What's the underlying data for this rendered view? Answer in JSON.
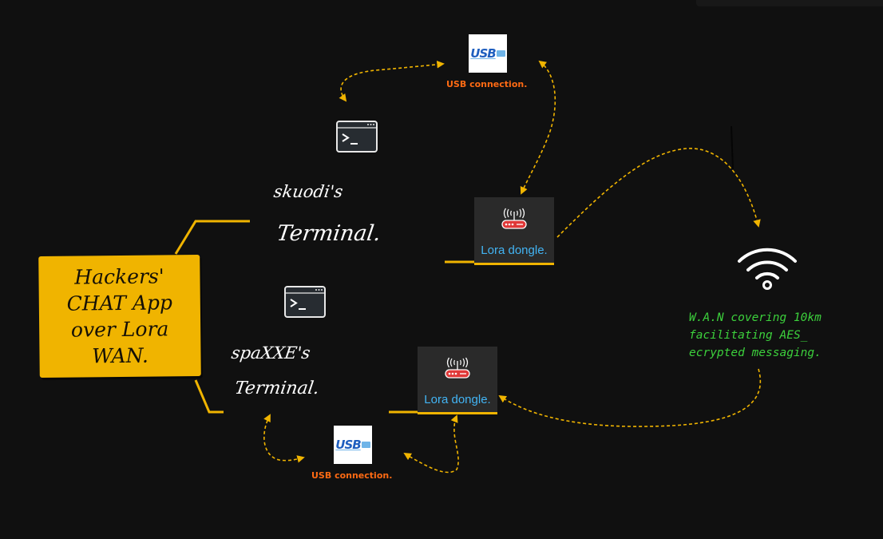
{
  "hub": {
    "title": "Hackers'\nCHAT App\nover Lora\nWAN."
  },
  "node_a": {
    "owner": "skuodi's",
    "kind": "Terminal.",
    "usb_badge": "USB",
    "usb_label": "USB connection.",
    "dongle_label": "Lora dongle."
  },
  "node_b": {
    "label_line1": "spaXXE's",
    "label_line2": "Terminal.",
    "usb_badge": "USB",
    "usb_label": "USB connection.",
    "dongle_label": "Lora dongle."
  },
  "wan": {
    "note": "W.A.N covering 10km\nfacilitating AES_\necrypted messaging."
  },
  "icons": [
    "terminal-icon",
    "usb-icon",
    "router-icon",
    "wifi-icon"
  ],
  "colors": {
    "background": "#101010",
    "hub": "#f0b400",
    "connector": "#f0b400",
    "usb_label": "#ff6a13",
    "dongle_label": "#42b4f4",
    "wan_note": "#3cd03c"
  }
}
